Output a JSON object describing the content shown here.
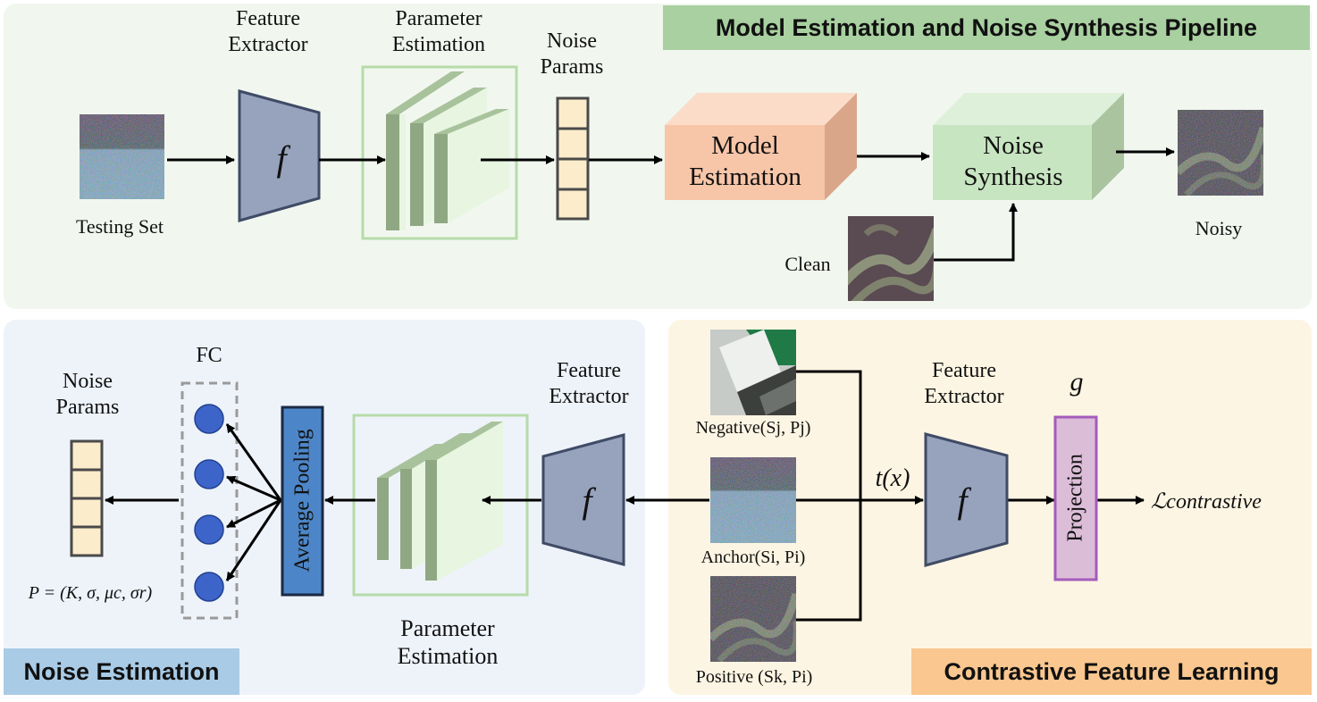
{
  "top": {
    "banner": "Model Estimation and Noise Synthesis Pipeline",
    "feature_extractor": "Feature Extractor",
    "parameter_estimation": "Parameter Estimation",
    "noise_params": "Noise Params",
    "f_symbol": "f",
    "model_estimation": "Model Estimation",
    "noise_synthesis": "Noise Synthesis",
    "testing_set": "Testing Set",
    "clean": "Clean",
    "noisy": "Noisy"
  },
  "left": {
    "banner": "Noise Estimation",
    "fc": "FC",
    "noise_params": "Noise Params",
    "average_pooling": "Average Pooling",
    "parameter_estimation": "Parameter Estimation",
    "feature_extractor": "Feature Extractor",
    "f_symbol": "f",
    "formula": "P = (K, σ, μc, σr)"
  },
  "right": {
    "banner": "Contrastive Feature Learning",
    "negative": "Negative(Sj,  Pj)",
    "anchor": "Anchor(Si,  Pi)",
    "positive": "Positive (Sk,  Pi)",
    "tx": "t(x)",
    "feature_extractor": "Feature Extractor",
    "f_symbol": "f",
    "g_symbol": "g",
    "projection": "Projection",
    "loss": "ℒcontrastive"
  },
  "colors": {
    "top_bg": "#f1f7ef",
    "left_bg": "#eef3fa",
    "right_bg": "#fdf5e3",
    "top_banner": "#a9d0a0",
    "left_banner": "#a9cbe6",
    "right_banner": "#f9c78f",
    "trapezoid": "#97a2bd",
    "model_box": "#f7c5a8",
    "synth_box": "#c8e5c1",
    "avg_pool": "#4d86c8",
    "projection": "#dcbdd8"
  }
}
